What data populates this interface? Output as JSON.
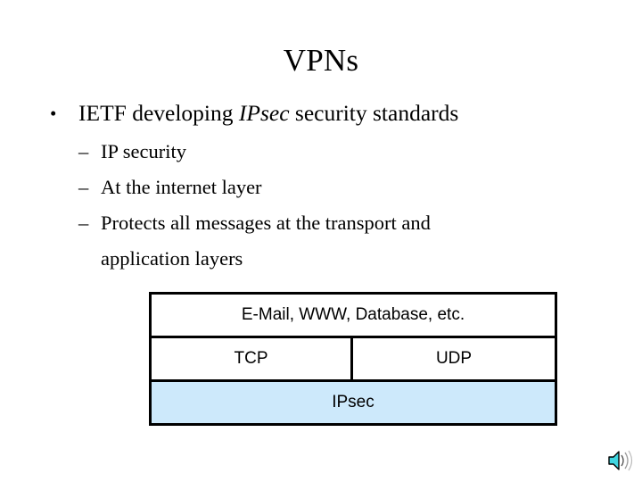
{
  "slide": {
    "title": "VPNs",
    "bullets": [
      {
        "level": 1,
        "marker": "•",
        "text_before": "IETF developing ",
        "text_italic": "IPsec",
        "text_after": " security standards"
      }
    ],
    "sub_bullets": [
      {
        "marker": "–",
        "text": "IP security"
      },
      {
        "marker": "–",
        "text": "At the internet layer"
      },
      {
        "marker": "–",
        "text": "Protects all messages at the transport and",
        "text_wrap": "application layers"
      }
    ]
  },
  "layer_table": {
    "rows": [
      {
        "name": "application-layer-row",
        "cells": [
          {
            "label": "E-Mail, WWW, Database, etc.",
            "span": "full"
          }
        ],
        "fill": "#FFFFFF"
      },
      {
        "name": "transport-layer-row",
        "cells": [
          {
            "label": "TCP",
            "span": "half"
          },
          {
            "label": "UDP",
            "span": "half"
          }
        ],
        "fill": "#FFFFFF"
      },
      {
        "name": "ipsec-layer-row",
        "cells": [
          {
            "label": "IPsec",
            "span": "full"
          }
        ],
        "fill": "#CDE9FB"
      }
    ]
  },
  "media": {
    "speaker_icon_name": "speaker-sound-icon",
    "speaker_color": "#3FD5E0",
    "speaker_outline": "#000000"
  },
  "colors": {
    "background": "#FFFFFF",
    "text": "#000000",
    "table_border": "#000000",
    "ipsec_fill": "#CDE9FB"
  }
}
